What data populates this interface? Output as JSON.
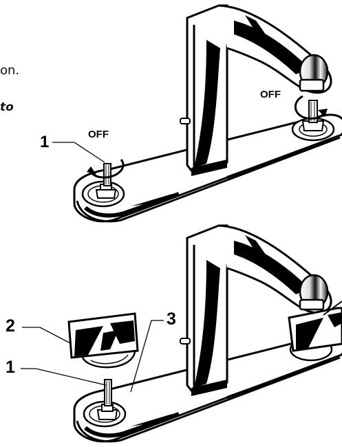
{
  "intro_fragment": "on.",
  "intro_italic_fragment": "to",
  "top_figure": {
    "off_label_left": "OFF",
    "off_label_right": "OFF",
    "callout_1": "1"
  },
  "bottom_figure": {
    "callout_1": "1",
    "callout_2": "2",
    "callout_3": "3"
  }
}
